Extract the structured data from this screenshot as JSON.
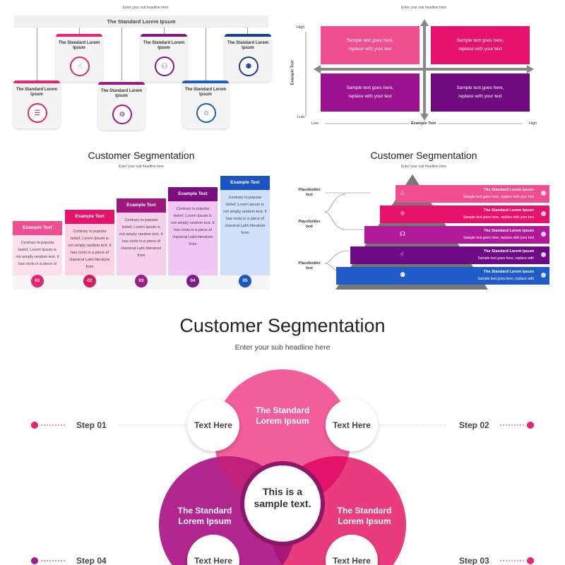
{
  "slide1": {
    "subheadline": "Enter your sub headline here",
    "top_bar": "The Standard Lorem Ipsum",
    "cards": [
      {
        "label": "The Standard Lorem Ipsum",
        "color": "#e6246f",
        "icon": "handshake-icon",
        "glyph": "☝"
      },
      {
        "label": "The Standard Lorem Ipsum",
        "color": "#7a1a7a",
        "icon": "people-network-icon",
        "glyph": "⚇"
      },
      {
        "label": "The Standard Lorem Ipsum",
        "color": "#1a3f8c",
        "icon": "team-icon",
        "glyph": "⚉"
      },
      {
        "label": "The Standard Lorem Ipsum",
        "color": "#e6246f",
        "icon": "money-icon",
        "glyph": "☰"
      },
      {
        "label": "The Standard Lorem Ipsum",
        "color": "#9b1b85",
        "icon": "gear-head-icon",
        "glyph": "⚙"
      },
      {
        "label": "The Standard Lorem Ipsum",
        "color": "#1f5cbf",
        "icon": "person-icon",
        "glyph": "☺"
      }
    ]
  },
  "slide2": {
    "subheadline": "Enter your sub headline here",
    "y_high": "High",
    "y_low": "Low",
    "y_label": "Example Text",
    "x_low": "Low",
    "x_high": "High",
    "x_label": "Example Text",
    "boxes": [
      {
        "line1": "Sample text goes here,",
        "line2": "replace with your text",
        "color": "#f04e91"
      },
      {
        "line1": "Sample text goes here,",
        "line2": "replace with your text",
        "color": "#e6136d"
      },
      {
        "line1": "Sample text goes here,",
        "line2": "replace with your text",
        "color": "#9a1290"
      },
      {
        "line1": "Sample text goes here,",
        "line2": "replace with your text",
        "color": "#6e0a7e"
      }
    ]
  },
  "slide3": {
    "title": "Customer Segmentation",
    "subheadline": "Enter your sub headline here",
    "steps": [
      {
        "head": "Example Text",
        "body": "Contrary to popular belief, Lorem Ipsum is not simply random text. It has roots in a piece of",
        "num": "01",
        "head_color": "#f04e91",
        "body_color": "#fde0ec",
        "num_color": "#e6246f"
      },
      {
        "head": "Example Text",
        "body": "Contrary to popular belief, Lorem Ipsum is not simply random text. It has roots in a piece of classical Latin literature from",
        "num": "02",
        "head_color": "#e6136d",
        "body_color": "#fbd3e4",
        "num_color": "#d81b60"
      },
      {
        "head": "Example Text",
        "body": "Contrary to popular belief, Lorem Ipsum is not simply random text. It has roots in a piece of classical Latin literature from",
        "num": "03",
        "head_color": "#a0167f",
        "body_color": "#f7d0ee",
        "num_color": "#9c1f8a"
      },
      {
        "head": "Example Text",
        "body": "Contrary to popular belief, Lorem Ipsum is not simply random text. It has roots in a piece of classical Latin literature from",
        "num": "04",
        "head_color": "#7a0e80",
        "body_color": "#f1c6f5",
        "num_color": "#7b1c86"
      },
      {
        "head": "Example Text",
        "body": "Contrary to popular belief, Lorem Ipsum is not simply random text. It has roots in a piece of classical Latin literature from",
        "num": "05",
        "head_color": "#1b55c4",
        "body_color": "#cfe0fb",
        "num_color": "#1a56c4"
      }
    ]
  },
  "slide4": {
    "title": "Customer Segmentation",
    "subheadline": "Enter your sub headline here",
    "placeholders": [
      "Placeholder text",
      "Placeholder text",
      "Placeholder text"
    ],
    "bands": [
      {
        "title": "The Standard Lorem Ipsum",
        "text": "Sample text goes here, replace with your text",
        "color": "#f04e91",
        "icon": "fire-icon"
      },
      {
        "title": "The Standard Lorem Ipsum",
        "text": "Sample text goes here, replace with your text",
        "color": "#e6136d",
        "icon": "network-icon"
      },
      {
        "title": "The Standard Lorem Ipsum",
        "text": "Sample text goes here, replace with your text",
        "color": "#b01a99",
        "icon": "presenter-icon"
      },
      {
        "title": "The Standard Lorem Ipsum",
        "text": "Sample text goes here, replace with",
        "color": "#6e0a86",
        "icon": "handshake-icon"
      },
      {
        "title": "The Standard Lorem Ipsum",
        "text": "Sample text goes here, replace with",
        "color": "#1f5cc8",
        "icon": "team-icon"
      }
    ]
  },
  "main": {
    "title": "Customer Segmentation",
    "subheadline": "Enter your sub headline here",
    "top_circle": "The Standard Lorem Ipsum",
    "left_circle": "The Standard Lorem Ipsum",
    "right_circle": "The Standard Lorem Ipsum",
    "center": "This is a sample text.",
    "text_here": [
      "Text Here",
      "Text Here",
      "Text Here",
      "Text Here"
    ],
    "steps": [
      "Step 01",
      "Step 02",
      "Step 03",
      "Step 04"
    ],
    "colors": {
      "top": "#f25d9c",
      "left": "#b1278f",
      "right": "#e83c7c",
      "step_dot": "#e6246f",
      "step_dot_left": "#9c1f8a"
    }
  }
}
